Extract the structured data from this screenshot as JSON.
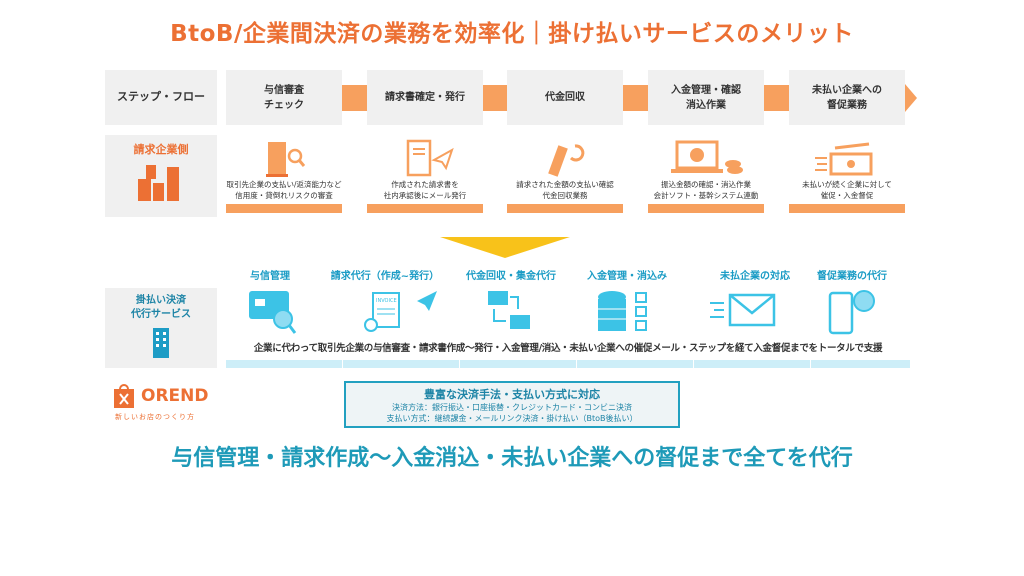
{
  "title": "BtoB/企業間決済の業務を効率化｜掛け払いサービスのメリット",
  "flow_label": "ステップ・フロー",
  "company_label": "請求企業側",
  "steps": [
    {
      "label": "与信審査\nチェック",
      "desc": "取引先企業の支払い/返済能力など\n信用度・貸倒れリスクの審査",
      "icon": "building-search-icon"
    },
    {
      "label": "請求書確定・発行",
      "desc": "作成された請求書を\n社内承認後にメール発行",
      "icon": "invoice-send-icon"
    },
    {
      "label": "代金回収",
      "desc": "請求された金額の支払い確認\n代金回収業務",
      "icon": "money-collect-icon"
    },
    {
      "label": "入金管理・確認\n消込作業",
      "desc": "振込金額の確認・消込作業\n会計ソフト・基幹システム連動",
      "icon": "laptop-check-icon"
    },
    {
      "label": "未払い企業への\n督促業務",
      "desc": "未払いが続く企業に対して\n催促・入金督促",
      "icon": "cash-icon"
    }
  ],
  "service_label": "掛払い決済\n代行サービス",
  "services": [
    {
      "label": "与信管理",
      "icon": "credit-card-check-icon"
    },
    {
      "label": "請求代行（作成~発行）",
      "icon": "invoice-icon"
    },
    {
      "label": "代金回収・集金代行",
      "icon": "money-exchange-icon"
    },
    {
      "label": "入金管理・消込み",
      "icon": "coins-checklist-icon"
    },
    {
      "label": "未払企業の対応",
      "icon": "mail-icon"
    },
    {
      "label": "督促業務の代行",
      "icon": "phone-call-icon"
    }
  ],
  "service_desc": "企業に代わって取引先企業の与信審査・請求書作成～発行・入金管理/消込・未払い企業への催促メール・ステップを経て入金督促までをトータルで支援",
  "logo": {
    "name": "OREND",
    "tagline": "新しいお店のつくり方"
  },
  "info": {
    "heading": "豊富な決済手法・支払い方式に対応",
    "line1": "決済方法：銀行振込・口座振替・クレジットカード・コンビニ決済",
    "line2": "支払い方式：継続課金・メールリンク決済・掛け払い（BtoB後払い）"
  },
  "headline": "与信管理・請求作成～入金消込・未払い企業への督促まで全てを代行",
  "colors": {
    "orange": "#ec7034",
    "orange_light": "#f7a05e",
    "cyan": "#3cc3e6",
    "teal": "#1e9ab8",
    "yellow": "#f8c21a"
  }
}
